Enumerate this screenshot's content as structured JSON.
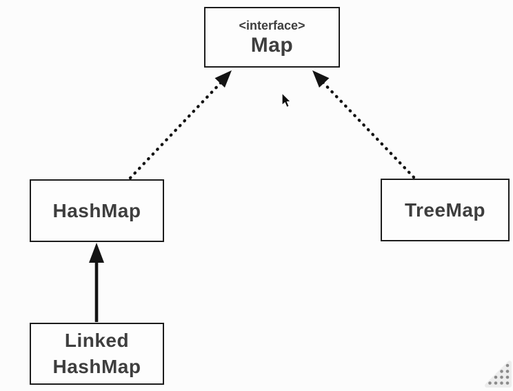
{
  "diagram": {
    "kind": "uml-class-hierarchy",
    "background_color": "#fcfcfc",
    "node_border_color": "#1c1c1c",
    "node_text_color": "#3e3e3e",
    "edge_color": "#141414",
    "nodes": {
      "map": {
        "stereotype": "<interface>",
        "name": "Map"
      },
      "hashmap": {
        "name": "HashMap"
      },
      "treemap": {
        "name": "TreeMap"
      },
      "linkedhashmap": {
        "name_line1": "Linked",
        "name_line2": "HashMap"
      }
    },
    "edges": [
      {
        "from": "HashMap",
        "to": "Map",
        "style": "dotted-arrow"
      },
      {
        "from": "TreeMap",
        "to": "Map",
        "style": "dotted-arrow"
      },
      {
        "from": "LinkedHashMap",
        "to": "HashMap",
        "style": "solid-arrow"
      }
    ]
  },
  "icons": {
    "cursor": "arrow-pointer",
    "resize_grip": "dot-triangle-grip"
  }
}
